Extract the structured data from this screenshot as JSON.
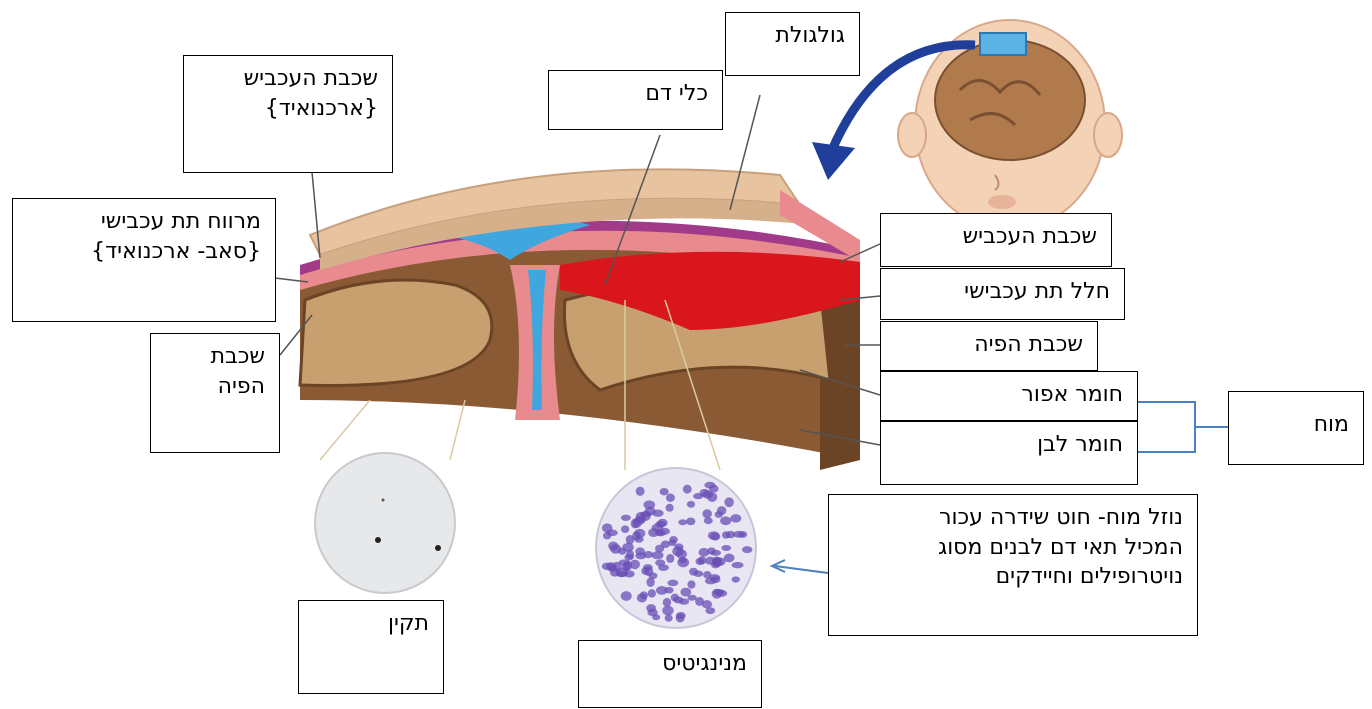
{
  "labels": {
    "skull": "גולגולת",
    "blood_vessels": "כלי דם",
    "arachnoid_left": [
      "שכבת העכביש",
      "{ארכנואיד}"
    ],
    "subarachnoid_left": [
      "מרווח תת עכבישי",
      "{סאב- ארכנואיד}"
    ],
    "pia_left": [
      "שכבת",
      "הפיה"
    ],
    "arachnoid_right": "שכבת העכביש",
    "subarachnoid_right": "חלל תת עכבישי",
    "pia_right": "שכבת הפיה",
    "gray_matter": "חומר אפור",
    "white_matter": "חומר לבן",
    "brain": "מוח",
    "csf_description": [
      "נוזל מוח- חוט שידרה עכור",
      "המכיל תאי דם לבנים מסוג",
      "נויטרופילים וחיידקים"
    ],
    "normal": "תקין",
    "meningitis": "מנינגיטיס"
  },
  "colors": {
    "skull": "#e8c3a0",
    "dura": "#e98b8e",
    "csf": "#3fa6de",
    "brain": "#9a6a42",
    "brain_dark": "#5a3a20",
    "inflamed": "#d8161b",
    "cells": "#6a4fb6",
    "arrow": "#1f3f9a",
    "bracket": "#4a7fc1"
  }
}
